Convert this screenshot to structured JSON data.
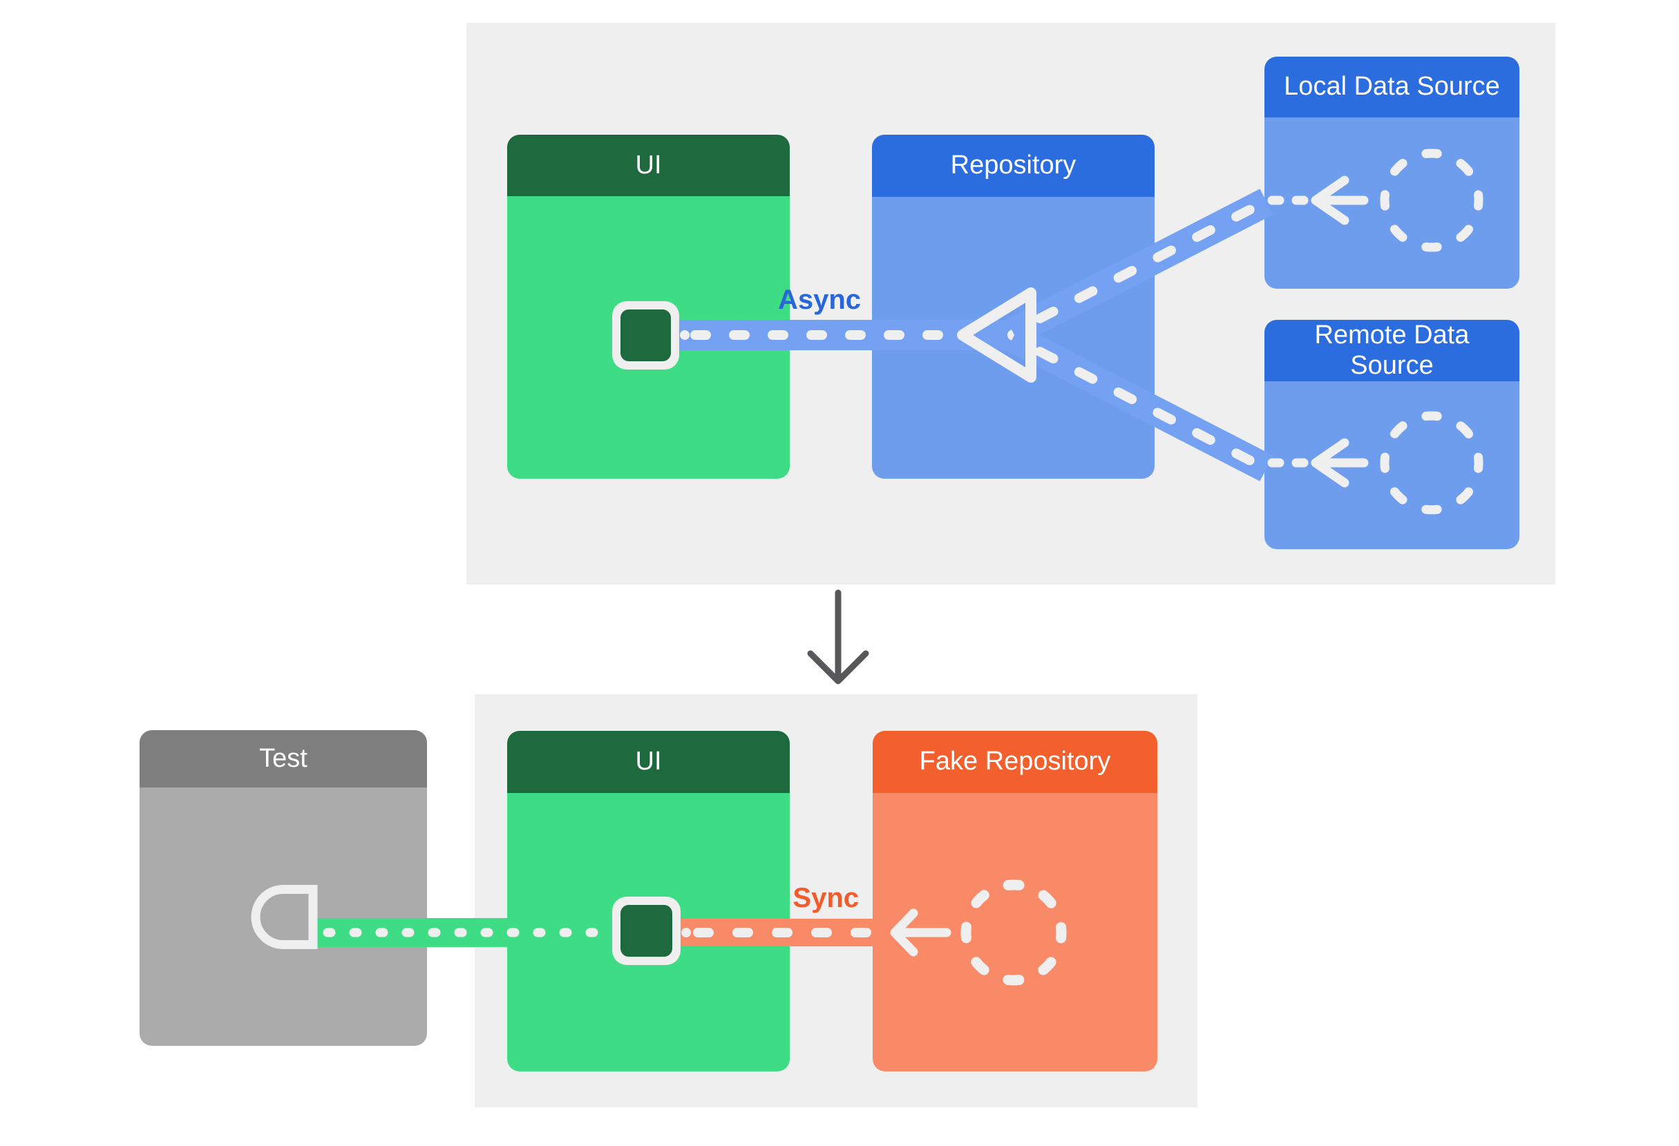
{
  "top_section": {
    "async_label": "Async",
    "ui_card": {
      "title": "UI"
    },
    "repository_card": {
      "title": "Repository"
    },
    "local_data_source_card": {
      "title": "Local Data Source"
    },
    "remote_data_source_card": {
      "title": "Remote Data Source"
    }
  },
  "bottom_section": {
    "sync_label": "Sync",
    "test_card": {
      "title": "Test"
    },
    "ui_card": {
      "title": "UI"
    },
    "fake_repository_card": {
      "title": "Fake Repository"
    }
  },
  "colors": {
    "panel_bg": "#efefef",
    "green_header": "#1e6a3e",
    "green_body": "#3ddc85",
    "blue_header": "#2b6cdf",
    "blue_body": "#6f9ded",
    "blue_band": "#74a1f1",
    "async_text": "#2b66d9",
    "orange_header": "#f4602d",
    "orange_body": "#f98a67",
    "sync_text": "#f25c2b",
    "gray_header": "#7e7e7e",
    "gray_body": "#ababab",
    "connector_white": "#efefef",
    "down_arrow": "#58585a"
  }
}
